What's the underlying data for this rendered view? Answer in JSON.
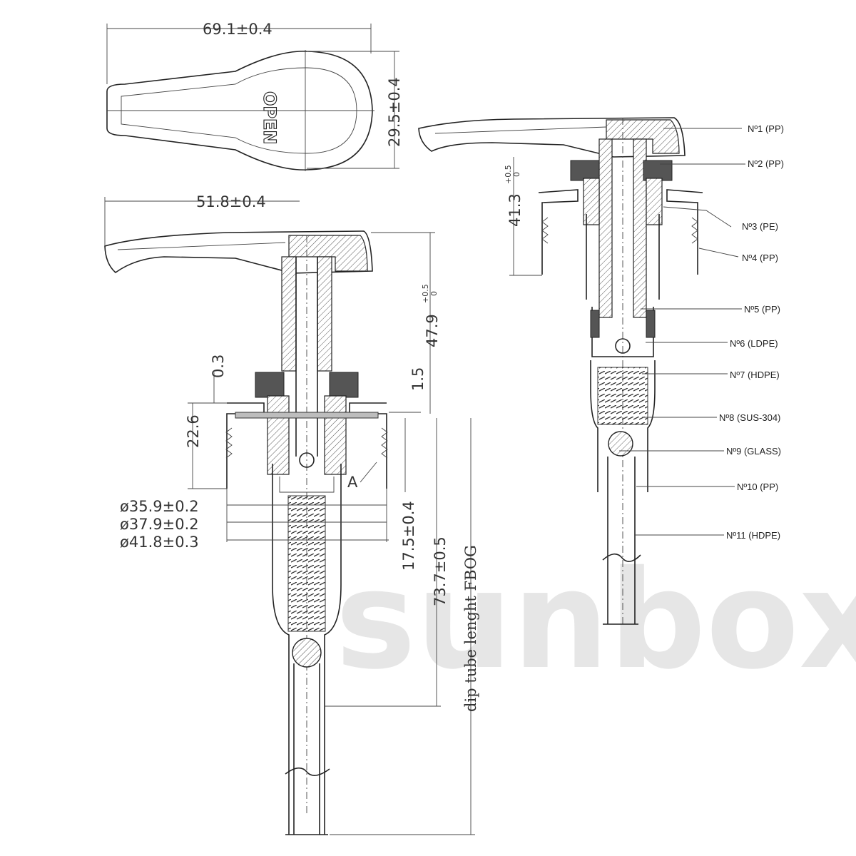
{
  "watermark": "sunbox",
  "top_view": {
    "width_dim": "69.1±0.4",
    "height_dim": "29.5±0.4",
    "embossed_text": "OPEN"
  },
  "front_view": {
    "actuator_width": "51.8±0.4",
    "height_dim": "47.9",
    "height_tol": "+0.5",
    "height_tol_low": "0",
    "gap": "0.3",
    "collar_height": "22.6",
    "offset": "1.5",
    "diam_inner": "ø35.9±0.2",
    "diam_mid": "ø37.9±0.2",
    "diam_outer": "ø41.8±0.3",
    "depth": "17.5±0.4",
    "body_length": "73.7±0.5",
    "dip_tube": "dip tube lenght FBOG",
    "section_mark": "A"
  },
  "exploded_view": {
    "height_dim": "41.3",
    "height_tol": "+0.5",
    "height_tol_low": "0",
    "parts": [
      {
        "label": "Nº1 (PP)"
      },
      {
        "label": "Nº2 (PP)"
      },
      {
        "label": "Nº3 (PE)"
      },
      {
        "label": "Nº4 (PP)"
      },
      {
        "label": "Nº5 (PP)"
      },
      {
        "label": "Nº6 (LDPE)"
      },
      {
        "label": "Nº7 (HDPE)"
      },
      {
        "label": "Nº8 (SUS-304)"
      },
      {
        "label": "Nº9 (GLASS)"
      },
      {
        "label": "Nº10 (PP)"
      },
      {
        "label": "Nº11 (HDPE)"
      }
    ]
  }
}
